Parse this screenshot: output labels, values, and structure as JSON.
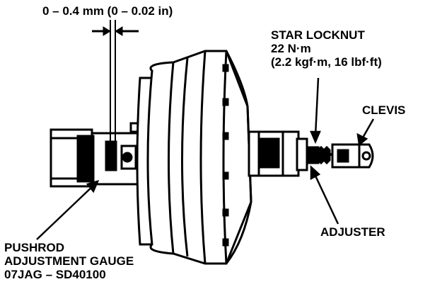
{
  "labels": {
    "clearance": "0 – 0.4 mm (0 – 0.02 in)",
    "locknut": {
      "line1": "STAR LOCKNUT",
      "line2": "22 N·m",
      "line3": "(2.2 kgf·m, 16 lbf·ft)"
    },
    "clevis": "CLEVIS",
    "adjuster": "ADJUSTER",
    "gauge": {
      "line1": "PUSHROD",
      "line2": "ADJUSTMENT GAUGE",
      "line3": "07JAG – SD40100"
    }
  },
  "colors": {
    "ink": "#000000",
    "paper": "#ffffff"
  }
}
